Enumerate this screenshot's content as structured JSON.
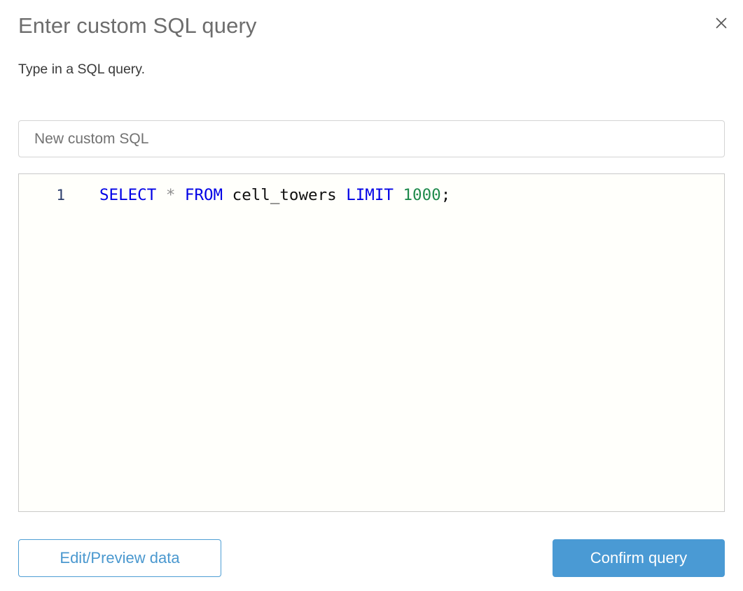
{
  "dialog": {
    "title": "Enter custom SQL query",
    "subtitle": "Type in a SQL query.",
    "close_icon": "close-icon"
  },
  "name_field": {
    "value": "",
    "placeholder": "New custom SQL"
  },
  "editor": {
    "line_number": "1",
    "query": "SELECT * FROM cell_towers LIMIT 1000;",
    "tokens": [
      {
        "text": "SELECT",
        "type": "keyword"
      },
      {
        "text": " ",
        "type": "plain"
      },
      {
        "text": "*",
        "type": "operator"
      },
      {
        "text": " ",
        "type": "plain"
      },
      {
        "text": "FROM",
        "type": "keyword"
      },
      {
        "text": " cell_towers ",
        "type": "plain"
      },
      {
        "text": "LIMIT",
        "type": "keyword"
      },
      {
        "text": " ",
        "type": "plain"
      },
      {
        "text": "1000",
        "type": "number"
      },
      {
        "text": ";",
        "type": "punct"
      }
    ]
  },
  "footer": {
    "secondary_label": "Edit/Preview data",
    "primary_label": "Confirm query"
  },
  "colors": {
    "accent": "#4a9ad4",
    "keyword": "#0000e6",
    "number": "#1f8a4c",
    "operator": "#8f8f8f",
    "title_text": "#6d6d6d",
    "body_text": "#3a3a3a",
    "editor_bg": "#fffffb",
    "border": "#d4d4d4"
  }
}
